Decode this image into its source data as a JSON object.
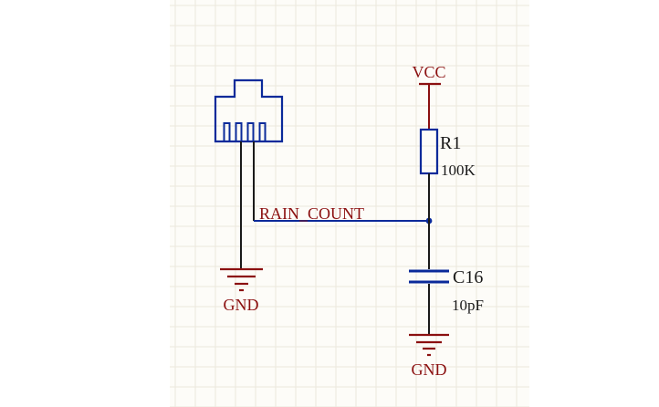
{
  "colors": {
    "sheet": "#fdfcf8",
    "grid": "#ebe8dd",
    "wire": "#0a2a9a",
    "part": "#0a2a9a",
    "power": "#8b1010",
    "label": "#8b1010",
    "designator": "#1a1a1a"
  },
  "labels": {
    "vcc": "VCC",
    "r1_designator": "R1",
    "r1_value": "100K",
    "net_name": "RAIN_COUNT",
    "c16_designator": "C16",
    "c16_value": "10pF",
    "gnd_left": "GND",
    "gnd_right": "GND"
  },
  "icons": {
    "connector": "4-pin-connector-icon",
    "resistor": "resistor-icon",
    "capacitor": "capacitor-icon",
    "ground": "ground-symbol-icon",
    "power": "power-port-icon",
    "junction": "junction-dot-icon"
  }
}
